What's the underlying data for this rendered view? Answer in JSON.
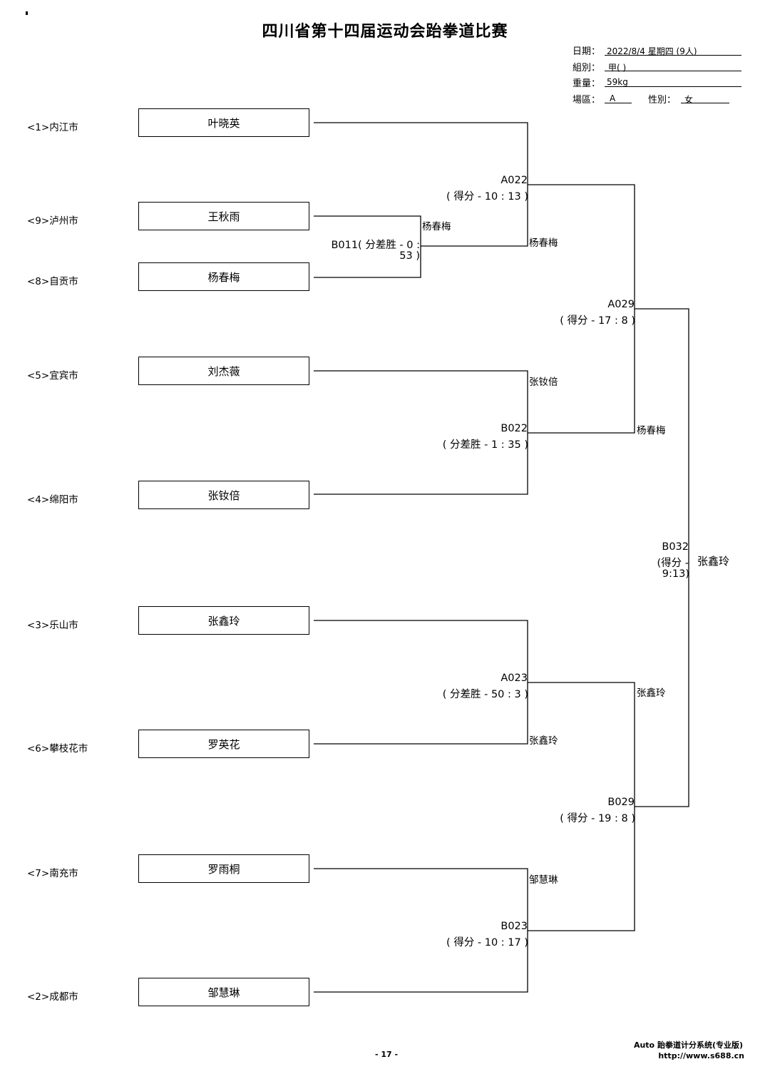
{
  "title": "四川省第十四届运动会跆拳道比赛",
  "info": {
    "date_label": "日期：",
    "date_value": "2022/8/4  星期四  (9人)",
    "group_label": "組別：",
    "group_value": "甲(  )",
    "weight_label": "重量：",
    "weight_value": "59kg",
    "venue_label": "場區：",
    "venue_value": "A",
    "gender_label": "性別：",
    "gender_value": "女"
  },
  "competitors": [
    {
      "seed": "<1>内江市",
      "name": "叶晓英"
    },
    {
      "seed": "<9>泸州市",
      "name": "王秋雨"
    },
    {
      "seed": "<8>自贡市",
      "name": "杨春梅"
    },
    {
      "seed": "<5>宜宾市",
      "name": "刘杰薇"
    },
    {
      "seed": "<4>绵阳市",
      "name": "张钕倍"
    },
    {
      "seed": "<3>乐山市",
      "name": "张鑫玲"
    },
    {
      "seed": "<6>攀枝花市",
      "name": "罗英花"
    },
    {
      "seed": "<7>南充市",
      "name": "罗雨桐"
    },
    {
      "seed": "<2>成都市",
      "name": "邹慧琳"
    }
  ],
  "matches": {
    "b011": {
      "code_score_1": "B011( 分差胜 - 0 :",
      "score_2": "53 )",
      "winner": "杨春梅"
    },
    "a022": {
      "code": "A022",
      "score": "( 得分 - 10 : 13 )",
      "winner": "杨春梅"
    },
    "b022": {
      "code": "B022",
      "score": "( 分差胜 - 1 : 35 )",
      "winner_top": "张钕倍"
    },
    "a029": {
      "code": "A029",
      "score": "( 得分 - 17 : 8 )",
      "winner": "杨春梅"
    },
    "a023": {
      "code": "A023",
      "score": "( 分差胜 - 50 : 3 )",
      "winner_bottom": "张鑫玲"
    },
    "b023": {
      "code": "B023",
      "score": "( 得分 - 10 : 17 )",
      "winner_top": "邹慧琳"
    },
    "b029": {
      "code": "B029",
      "score": "( 得分 - 19 : 8 )",
      "winner": "张鑫玲"
    },
    "b032": {
      "code": "B032",
      "score_1": "(得分 -",
      "score_2": "9:13)",
      "winner": "张鑫玲"
    }
  },
  "footer": {
    "page": "- 17 -",
    "system": "Auto 跆拳道计分系统(专业版)",
    "url": "http://www.s688.cn"
  }
}
